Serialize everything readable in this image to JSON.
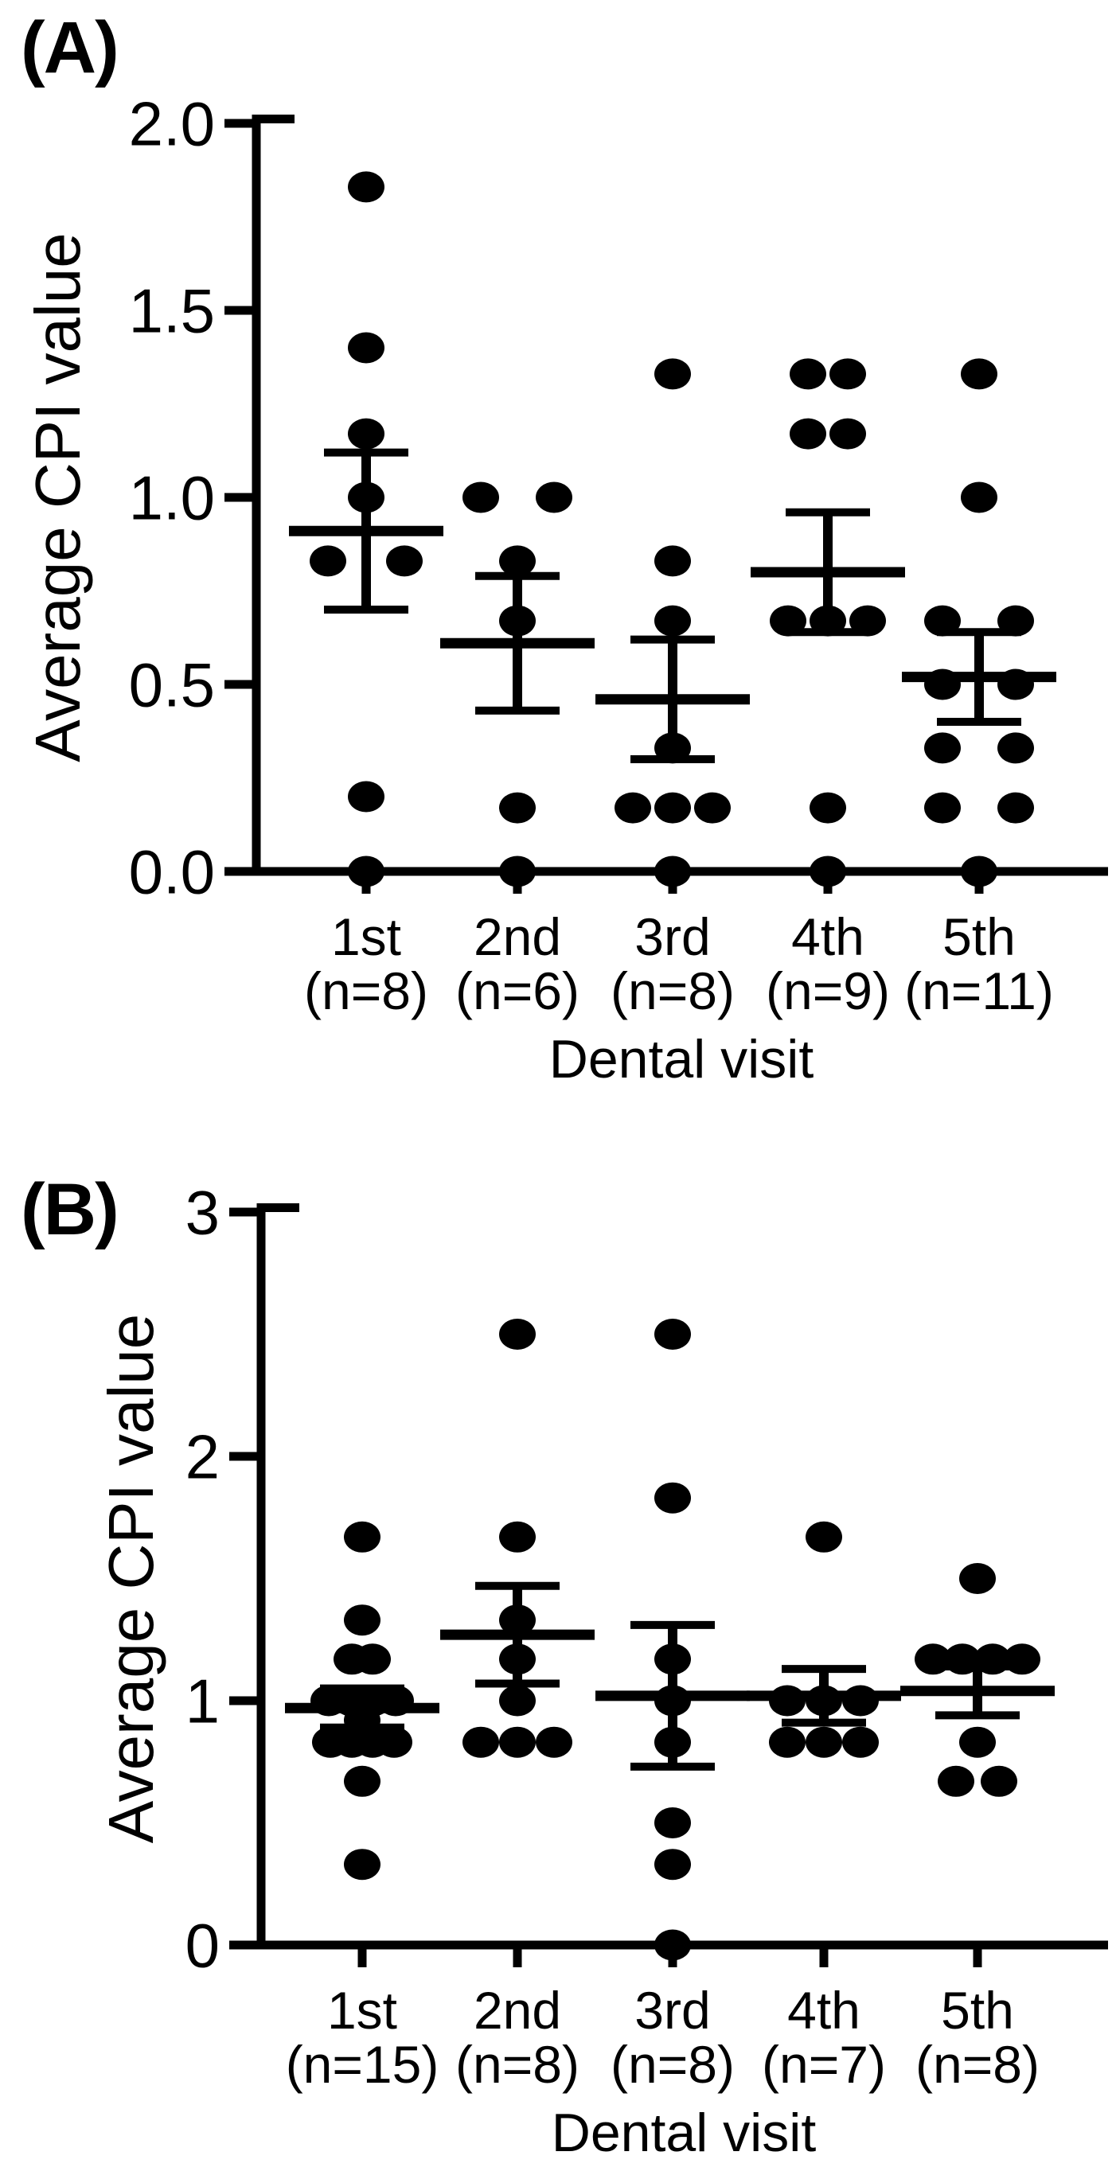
{
  "figure": {
    "background_color": "#ffffff",
    "ink_color": "#000000",
    "description": "Two-panel dot plot of Average CPI value by dental visit, mean with SEM error bars"
  },
  "chart_data": [
    {
      "type": "scatter",
      "panel_label": "(A)",
      "ylabel": "Average CPI value",
      "xlabel": "Dental visit",
      "ylim": [
        0.0,
        2.0
      ],
      "grid": false,
      "legend": "none",
      "error_bar_type": "mean ± SEM",
      "yticks": [
        {
          "value": 0.0,
          "label": "0.0"
        },
        {
          "value": 0.5,
          "label": "0.5"
        },
        {
          "value": 1.0,
          "label": "1.0"
        },
        {
          "value": 1.5,
          "label": "1.5"
        },
        {
          "value": 2.0,
          "label": "2.0"
        }
      ],
      "categories": [
        {
          "label": "1st",
          "n_label": "(n=8)",
          "n": 8
        },
        {
          "label": "2nd",
          "n_label": "(n=6)",
          "n": 6
        },
        {
          "label": "3rd",
          "n_label": "(n=8)",
          "n": 8
        },
        {
          "label": "4th",
          "n_label": "(n=9)",
          "n": 9
        },
        {
          "label": "5th",
          "n_label": "(n=11)",
          "n": 11
        }
      ],
      "series": [
        {
          "name": "1st",
          "mean": 0.91,
          "sem": 0.21,
          "points": [
            {
              "v": 1.83,
              "dx": 0
            },
            {
              "v": 1.4,
              "dx": 0
            },
            {
              "v": 1.17,
              "dx": 0
            },
            {
              "v": 1.0,
              "dx": 0
            },
            {
              "v": 0.83,
              "dx": -48
            },
            {
              "v": 0.83,
              "dx": 48
            },
            {
              "v": 0.2,
              "dx": 0
            },
            {
              "v": 0.0,
              "dx": 0
            }
          ]
        },
        {
          "name": "2nd",
          "mean": 0.61,
          "sem": 0.18,
          "points": [
            {
              "v": 1.0,
              "dx": -46
            },
            {
              "v": 1.0,
              "dx": 46
            },
            {
              "v": 0.83,
              "dx": 0
            },
            {
              "v": 0.67,
              "dx": 0
            },
            {
              "v": 0.17,
              "dx": 0
            },
            {
              "v": 0.0,
              "dx": 0
            }
          ]
        },
        {
          "name": "3rd",
          "mean": 0.46,
          "sem": 0.16,
          "points": [
            {
              "v": 1.33,
              "dx": 0
            },
            {
              "v": 0.83,
              "dx": 0
            },
            {
              "v": 0.67,
              "dx": 0
            },
            {
              "v": 0.33,
              "dx": 0
            },
            {
              "v": 0.17,
              "dx": -50
            },
            {
              "v": 0.17,
              "dx": 0
            },
            {
              "v": 0.17,
              "dx": 50
            },
            {
              "v": 0.0,
              "dx": 0
            }
          ]
        },
        {
          "name": "4th",
          "mean": 0.8,
          "sem": 0.16,
          "points": [
            {
              "v": 1.33,
              "dx": -25
            },
            {
              "v": 1.33,
              "dx": 25
            },
            {
              "v": 1.17,
              "dx": -25
            },
            {
              "v": 1.17,
              "dx": 25
            },
            {
              "v": 0.67,
              "dx": -50
            },
            {
              "v": 0.67,
              "dx": 0
            },
            {
              "v": 0.67,
              "dx": 50
            },
            {
              "v": 0.17,
              "dx": 0
            },
            {
              "v": 0.0,
              "dx": 0
            }
          ]
        },
        {
          "name": "5th",
          "mean": 0.52,
          "sem": 0.12,
          "points": [
            {
              "v": 1.33,
              "dx": 0
            },
            {
              "v": 1.0,
              "dx": 0
            },
            {
              "v": 0.67,
              "dx": -46
            },
            {
              "v": 0.67,
              "dx": 46
            },
            {
              "v": 0.5,
              "dx": -46
            },
            {
              "v": 0.5,
              "dx": 46
            },
            {
              "v": 0.33,
              "dx": -46
            },
            {
              "v": 0.33,
              "dx": 46
            },
            {
              "v": 0.17,
              "dx": -46
            },
            {
              "v": 0.17,
              "dx": 46
            },
            {
              "v": 0.0,
              "dx": 0
            }
          ]
        }
      ]
    },
    {
      "type": "scatter",
      "panel_label": "(B)",
      "ylabel": "Average CPI value",
      "xlabel": "Dental visit",
      "ylim": [
        0,
        3
      ],
      "grid": false,
      "legend": "none",
      "error_bar_type": "mean ± SEM",
      "yticks": [
        {
          "value": 0,
          "label": "0"
        },
        {
          "value": 1,
          "label": "1"
        },
        {
          "value": 2,
          "label": "2"
        },
        {
          "value": 3,
          "label": "3"
        }
      ],
      "categories": [
        {
          "label": "1st",
          "n_label": "(n=15)",
          "n": 15
        },
        {
          "label": "2nd",
          "n_label": "(n=8)",
          "n": 8
        },
        {
          "label": "3rd",
          "n_label": "(n=8)",
          "n": 8
        },
        {
          "label": "4th",
          "n_label": "(n=7)",
          "n": 7
        },
        {
          "label": "5th",
          "n_label": "(n=8)",
          "n": 8
        }
      ],
      "series": [
        {
          "name": "1st",
          "mean": 0.97,
          "sem": 0.08,
          "points": [
            {
              "v": 1.67,
              "dx": 0
            },
            {
              "v": 1.33,
              "dx": 0
            },
            {
              "v": 1.17,
              "dx": -13
            },
            {
              "v": 1.17,
              "dx": 13
            },
            {
              "v": 1.0,
              "dx": -42
            },
            {
              "v": 1.0,
              "dx": -14
            },
            {
              "v": 1.0,
              "dx": 14
            },
            {
              "v": 1.0,
              "dx": 42
            },
            {
              "v": 0.92,
              "dx": 0
            },
            {
              "v": 0.83,
              "dx": -40
            },
            {
              "v": 0.83,
              "dx": -13
            },
            {
              "v": 0.83,
              "dx": 13
            },
            {
              "v": 0.83,
              "dx": 40
            },
            {
              "v": 0.67,
              "dx": 0
            },
            {
              "v": 0.33,
              "dx": 0
            }
          ]
        },
        {
          "name": "2nd",
          "mean": 1.27,
          "sem": 0.2,
          "points": [
            {
              "v": 2.5,
              "dx": 0
            },
            {
              "v": 1.67,
              "dx": 0
            },
            {
              "v": 1.33,
              "dx": 0
            },
            {
              "v": 1.17,
              "dx": 0
            },
            {
              "v": 1.0,
              "dx": 0
            },
            {
              "v": 0.83,
              "dx": -46
            },
            {
              "v": 0.83,
              "dx": 0
            },
            {
              "v": 0.83,
              "dx": 46
            }
          ]
        },
        {
          "name": "3rd",
          "mean": 1.02,
          "sem": 0.29,
          "points": [
            {
              "v": 2.5,
              "dx": 0
            },
            {
              "v": 1.83,
              "dx": 0
            },
            {
              "v": 1.17,
              "dx": 0
            },
            {
              "v": 1.0,
              "dx": 0
            },
            {
              "v": 0.83,
              "dx": 0
            },
            {
              "v": 0.5,
              "dx": 0
            },
            {
              "v": 0.33,
              "dx": 0
            },
            {
              "v": 0.0,
              "dx": 0
            }
          ]
        },
        {
          "name": "4th",
          "mean": 1.02,
          "sem": 0.11,
          "points": [
            {
              "v": 1.67,
              "dx": 0
            },
            {
              "v": 1.0,
              "dx": -46
            },
            {
              "v": 1.0,
              "dx": 0
            },
            {
              "v": 1.0,
              "dx": 46
            },
            {
              "v": 0.83,
              "dx": -46
            },
            {
              "v": 0.83,
              "dx": 0
            },
            {
              "v": 0.83,
              "dx": 46
            }
          ]
        },
        {
          "name": "5th",
          "mean": 1.04,
          "sem": 0.1,
          "points": [
            {
              "v": 1.5,
              "dx": 0
            },
            {
              "v": 1.17,
              "dx": -56
            },
            {
              "v": 1.17,
              "dx": -19
            },
            {
              "v": 1.17,
              "dx": 19
            },
            {
              "v": 1.17,
              "dx": 56
            },
            {
              "v": 0.83,
              "dx": 0
            },
            {
              "v": 0.67,
              "dx": -27
            },
            {
              "v": 0.67,
              "dx": 27
            }
          ]
        }
      ]
    }
  ]
}
